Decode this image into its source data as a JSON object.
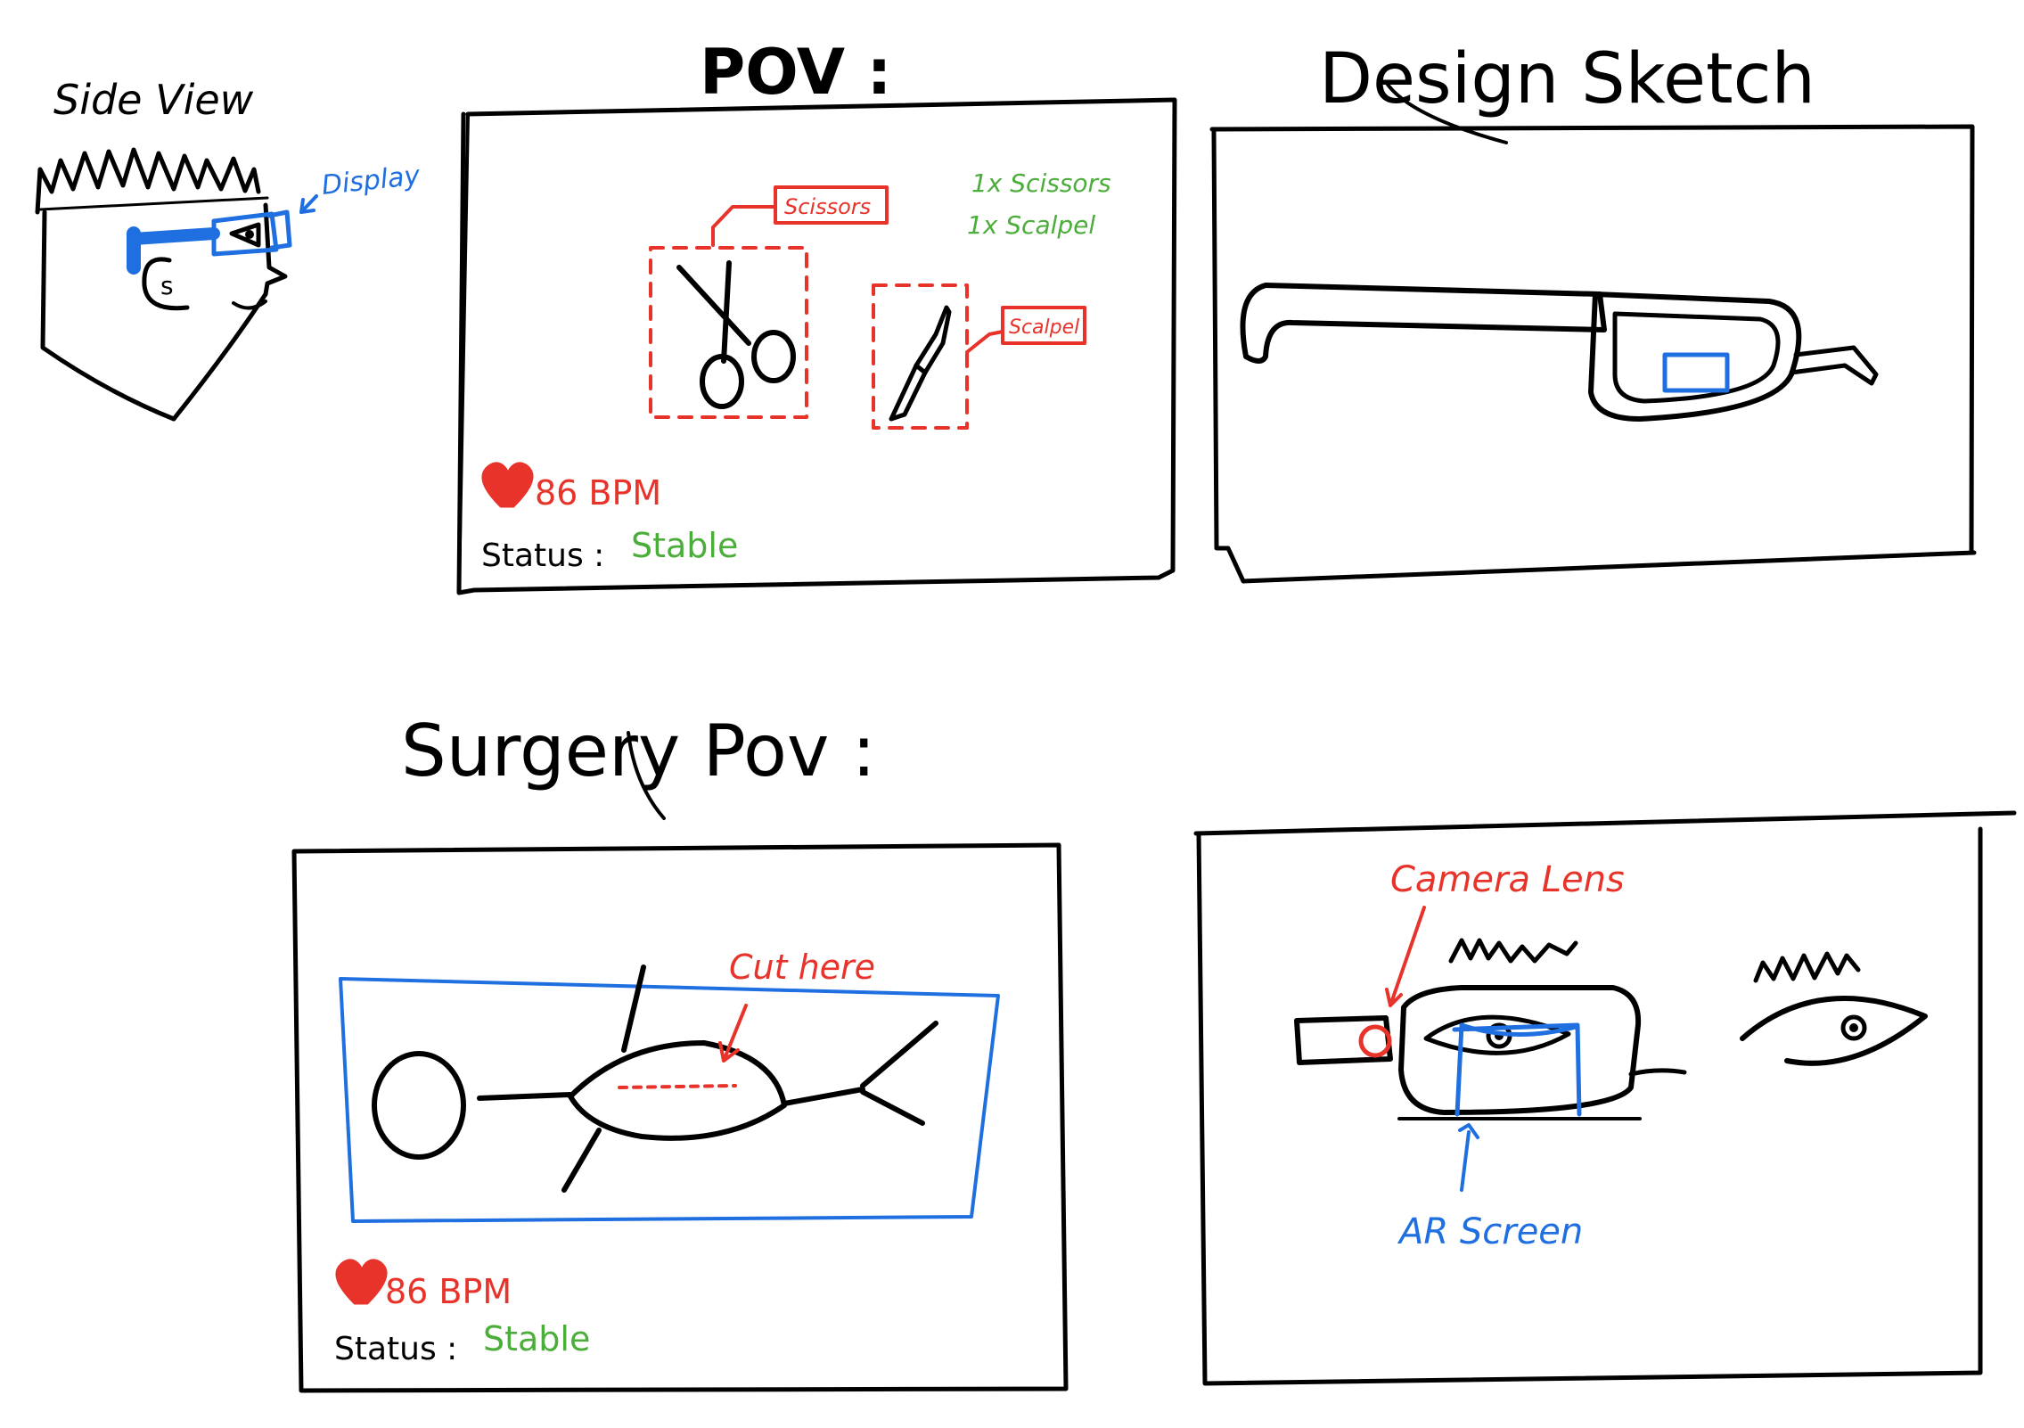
{
  "colors": {
    "ink": "#000000",
    "annotation_red": "#e8332a",
    "display_blue": "#1f6fe0",
    "status_green": "#4cae3a"
  },
  "side_view": {
    "title": "Side View",
    "display_label": "Display"
  },
  "pov": {
    "title": "POV :",
    "scissors_label": "Scissors",
    "scalpel_label": "Scalpel",
    "inventory": [
      "1x Scissors",
      "1x Scalpel"
    ],
    "heart_rate": "86 BPM",
    "status_label": "Status :",
    "status_value": "Stable"
  },
  "design_sketch": {
    "title": "Design Sketch"
  },
  "surgery_pov": {
    "title": "Surgery Pov :",
    "cut_label": "Cut here",
    "heart_rate": "86 BPM",
    "status_label": "Status :",
    "status_value": "Stable"
  },
  "closeup": {
    "camera_label": "Camera Lens",
    "screen_label": "AR Screen"
  }
}
